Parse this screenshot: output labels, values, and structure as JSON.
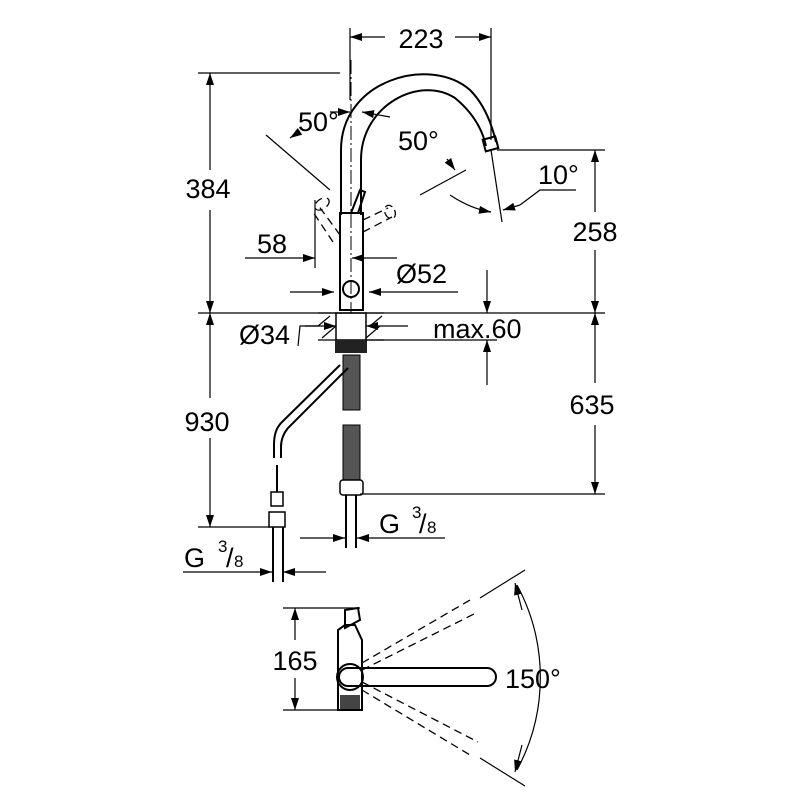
{
  "dimensions": {
    "spout_reach": "223",
    "total_height": "384",
    "spout_height": "258",
    "lever_angle_left": "50°",
    "lever_angle_right": "50°",
    "spout_angle": "10°",
    "lever_offset": "58",
    "body_diameter": "Ø52",
    "hole_diameter": "Ø34",
    "max_deck_thickness": "max.60",
    "hose_length_left": "930",
    "hose_length_right": "635",
    "thread_left": {
      "main": "G",
      "num": "3",
      "sep": "/",
      "den": "8"
    },
    "thread_right": {
      "main": "G",
      "num": "3",
      "sep": "/",
      "den": "8"
    },
    "top_view_depth": "165",
    "swivel_angle": "150°"
  }
}
